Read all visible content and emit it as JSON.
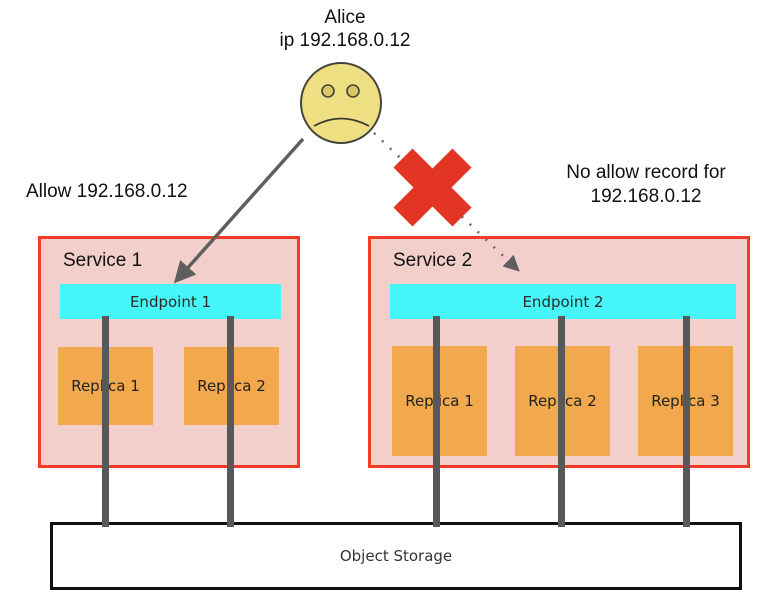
{
  "actor": {
    "name": "Alice",
    "ip_line": "ip 192.168.0.12",
    "icon": "sad-face-icon"
  },
  "labels": {
    "allow": "Allow 192.168.0.12",
    "no_allow_line1": "No allow record for",
    "no_allow_line2": "192.168.0.12"
  },
  "services": [
    {
      "title": "Service 1",
      "endpoint": "Endpoint 1",
      "replicas": [
        "Replica 1",
        "Replica 2"
      ],
      "access": "allowed"
    },
    {
      "title": "Service 2",
      "endpoint": "Endpoint 2",
      "replicas": [
        "Replica 1",
        "Replica 2",
        "Replica 3"
      ],
      "access": "blocked"
    }
  ],
  "storage": {
    "label": "Object Storage"
  },
  "colors": {
    "service_fill": "#f3cfcb",
    "service_border": "#f43b26",
    "endpoint_fill": "#46f5f8",
    "replica_fill": "#f2a84c",
    "connector_gray": "#58585a",
    "cross_red": "#e23523",
    "arrow_gray": "#5f5f5f",
    "face_yellow": "#efdf83"
  }
}
